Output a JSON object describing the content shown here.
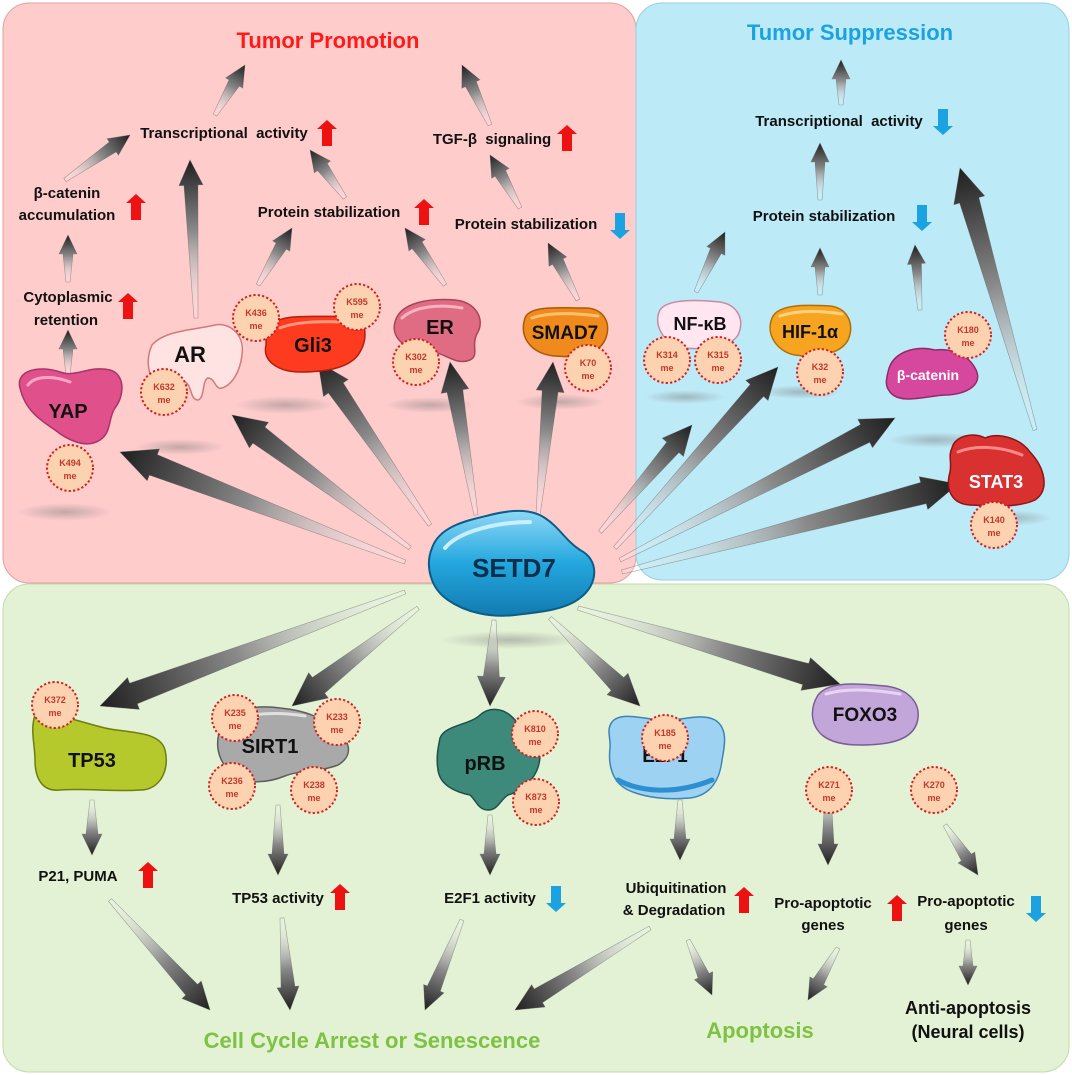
{
  "central": {
    "label": "SETD7"
  },
  "panels": {
    "promotion": {
      "title": "Tumor Promotion",
      "title_color": "#ff1a1a",
      "bg": "#ffcccc"
    },
    "suppression": {
      "title": "Tumor Suppression",
      "title_color": "#1aa3e0",
      "bg": "#bdeaf7"
    },
    "cellcycle": {
      "bg": "#e3f2d5"
    }
  },
  "proteins": {
    "yap": {
      "label": "YAP",
      "color": "#e0508a"
    },
    "ar": {
      "label": "AR",
      "color": "#ffe3e3"
    },
    "gli3": {
      "label": "Gli3",
      "color": "#ff3b1f"
    },
    "er": {
      "label": "ER",
      "color": "#e06c83"
    },
    "smad7": {
      "label": "SMAD7",
      "color": "#f08a1c"
    },
    "nfkb": {
      "label": "NF-κB",
      "color": "#ffe6f0"
    },
    "hif1a": {
      "label": "HIF-1α",
      "color": "#f7a420"
    },
    "bcatenin": {
      "label": "β-catenin",
      "color": "#d6479e"
    },
    "stat3": {
      "label": "STAT3",
      "color": "#d93030"
    },
    "tp53": {
      "label": "TP53",
      "color": "#b5c92c"
    },
    "sirt1": {
      "label": "SIRT1",
      "color": "#a9a9a9"
    },
    "prb": {
      "label": "pRB",
      "color": "#3d8a7a"
    },
    "e2f1": {
      "label": "E2F1",
      "color": "#9ed2f2"
    },
    "foxo3": {
      "label": "FOXO3",
      "color": "#c2a6d9"
    }
  },
  "me_sites": {
    "yap": [
      "K494",
      "me"
    ],
    "ar": [
      "K632",
      "me"
    ],
    "gli3_a": [
      "K436",
      "me"
    ],
    "gli3_b": [
      "K595",
      "me"
    ],
    "er": [
      "K302",
      "me"
    ],
    "smad7": [
      "K70",
      "me"
    ],
    "nfkb_a": [
      "K314",
      "me"
    ],
    "nfkb_b": [
      "K315",
      "me"
    ],
    "hif1a": [
      "K32",
      "me"
    ],
    "bcatenin": [
      "K180",
      "me"
    ],
    "stat3": [
      "K140",
      "me"
    ],
    "tp53": [
      "K372",
      "me"
    ],
    "sirt1_a": [
      "K235",
      "me"
    ],
    "sirt1_b": [
      "K233",
      "me"
    ],
    "sirt1_c": [
      "K236",
      "me"
    ],
    "sirt1_d": [
      "K238",
      "me"
    ],
    "prb_a": [
      "K810",
      "me"
    ],
    "prb_b": [
      "K873",
      "me"
    ],
    "e2f1": [
      "K185",
      "me"
    ],
    "foxo3_a": [
      "K271",
      "me"
    ],
    "foxo3_b": [
      "K270",
      "me"
    ]
  },
  "labels": {
    "transcriptional_activity_promo": "Transcriptional  activity",
    "tgf_beta": "TGF-β  signaling",
    "bcatenin_accum_1": "β-catenin",
    "bcatenin_accum_2": "accumulation",
    "protein_stab_gli3": "Protein stabilization",
    "protein_stab_smad7": "Protein stabilization",
    "cytoplasmic_1": "Cytoplasmic",
    "cytoplasmic_2": "retention",
    "transcriptional_activity_supp": "Transcriptional  activity",
    "protein_stab_supp": "Protein stabilization",
    "p21_puma": "P21, PUMA",
    "tp53_activity": "TP53 activity",
    "e2f1_activity": "E2F1 activity",
    "ubiq_1": "Ubiquitination",
    "ubiq_2": "& Degradation",
    "proapop_up_1": "Pro-apoptotic",
    "proapop_up_2": "genes",
    "proapop_down_1": "Pro-apoptotic",
    "proapop_down_2": "genes",
    "anti_apop_1": "Anti-apoptosis",
    "anti_apop_2": "(Neural cells)"
  },
  "outcomes": {
    "cell_cycle": "Cell Cycle Arrest or Senescence",
    "apoptosis": "Apoptosis",
    "color": "#7dc242"
  },
  "arrow_colors": {
    "up": "#ee1111",
    "down": "#1aa3e0"
  }
}
